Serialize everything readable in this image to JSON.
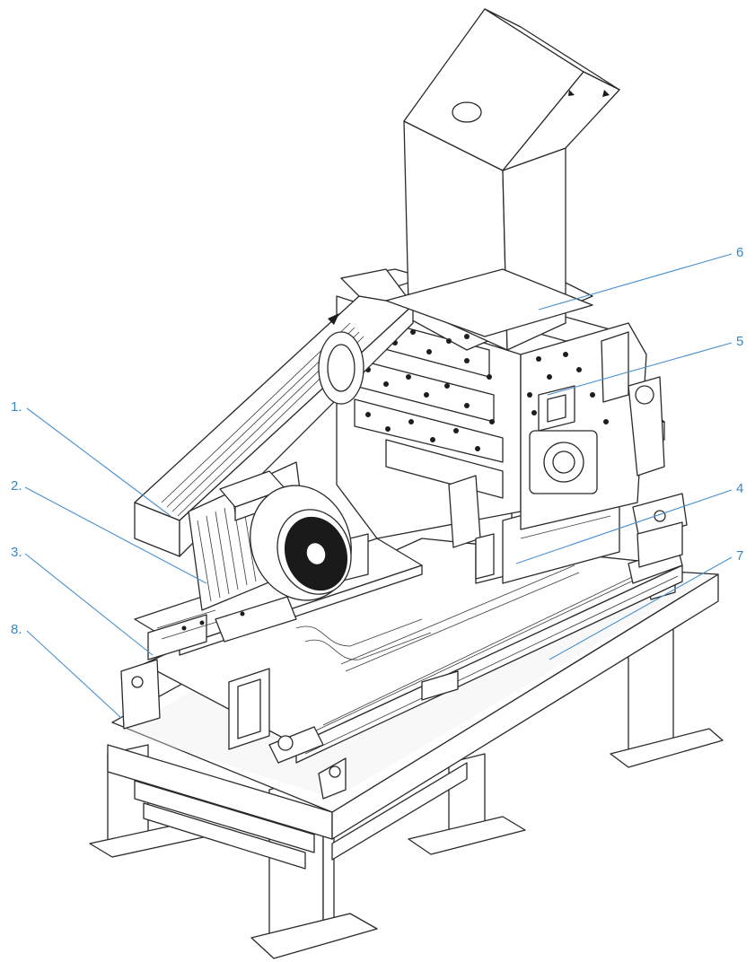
{
  "diagram": {
    "callouts": [
      {
        "id": "c1",
        "label": "1."
      },
      {
        "id": "c2",
        "label": "2."
      },
      {
        "id": "c3",
        "label": "3."
      },
      {
        "id": "c4",
        "label": "4"
      },
      {
        "id": "c5",
        "label": "5"
      },
      {
        "id": "c6",
        "label": "6"
      },
      {
        "id": "c7",
        "label": "7"
      },
      {
        "id": "c8",
        "label": "8."
      }
    ]
  },
  "colors": {
    "callout": "#3b86c6",
    "linework": "#2a2a2a",
    "background": "#ffffff"
  }
}
